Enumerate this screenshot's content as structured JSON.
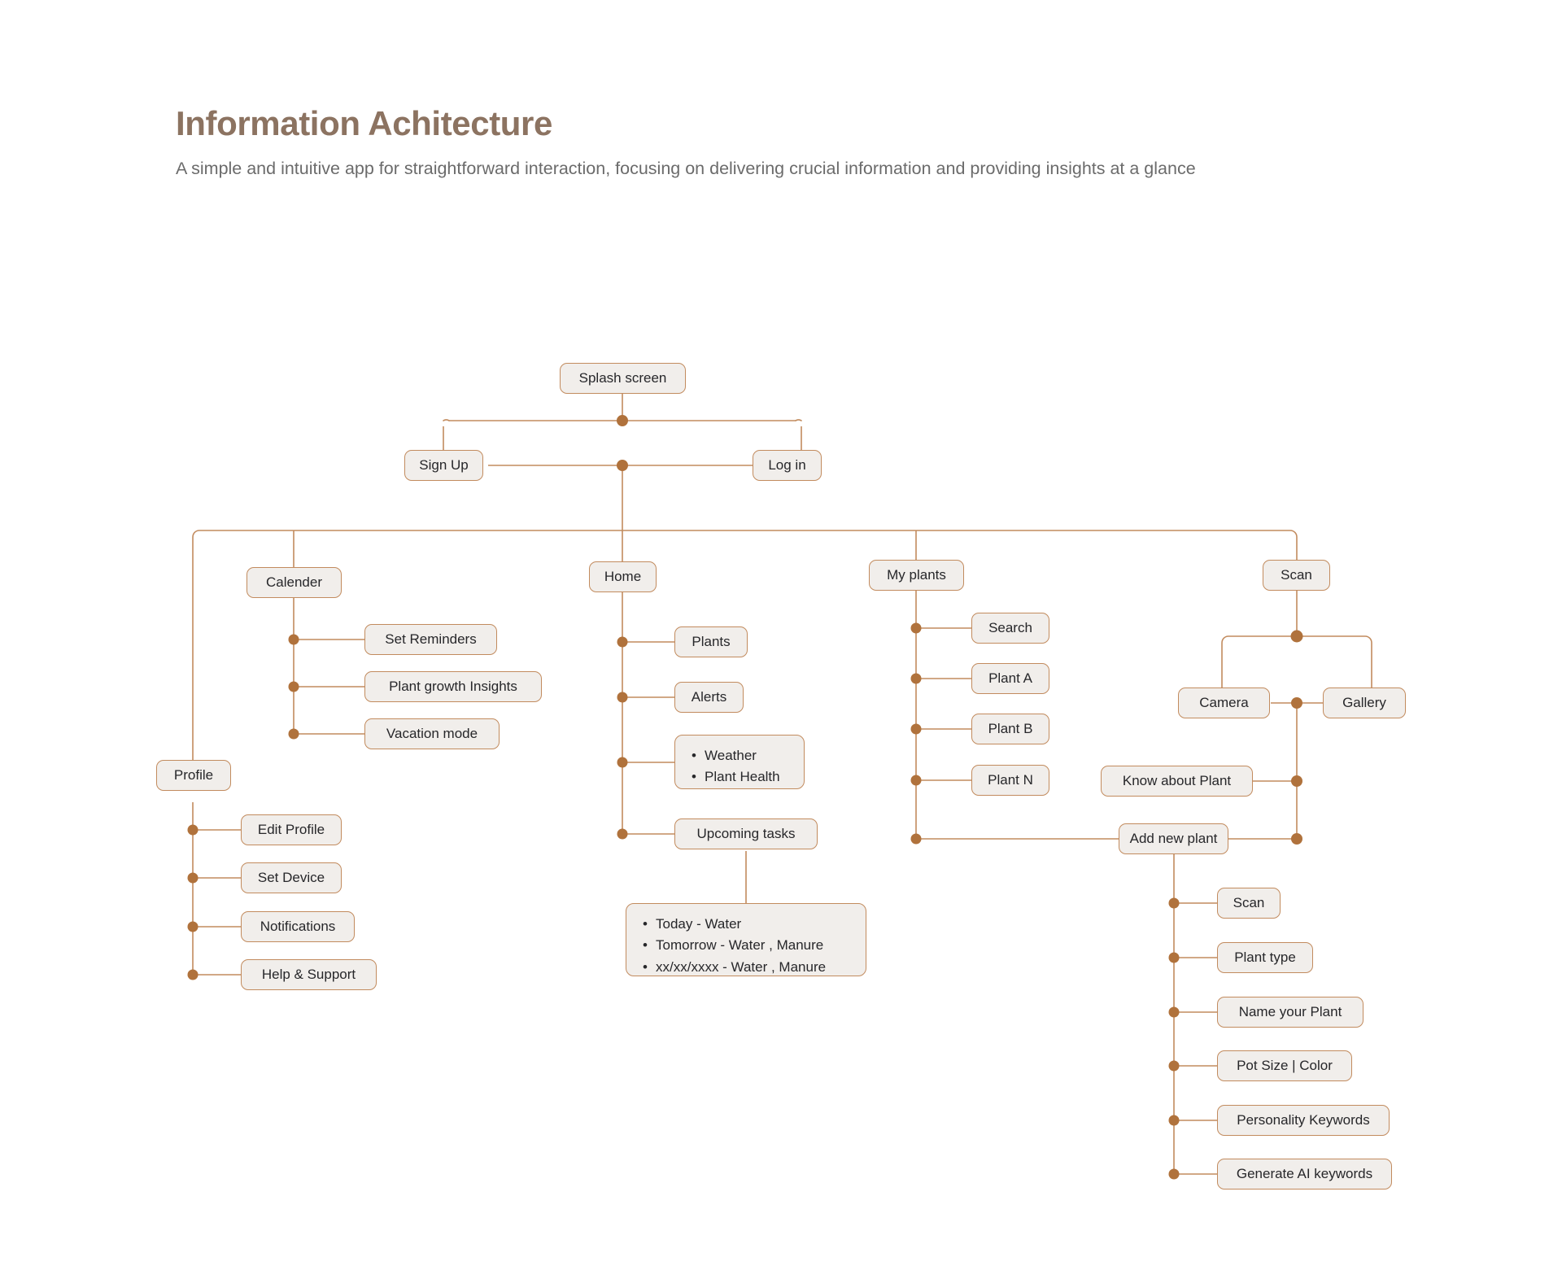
{
  "header": {
    "title": "Information Achitecture",
    "subtitle": "A simple and intuitive app for straightforward interaction, focusing on delivering crucial information and providing insights at a glance"
  },
  "colors": {
    "node_fill": "#F1EEEB",
    "node_border": "#C28B5E",
    "edge": "#C28B5E",
    "junction_dot": "#B0723C",
    "title": "#8C7361",
    "subtitle": "#6B6B6B",
    "node_text": "#27272A",
    "background": "#FFFFFF"
  },
  "nodes": {
    "splash_screen": "Splash screen",
    "sign_up": "Sign Up",
    "log_in": "Log in",
    "calender": "Calender",
    "home": "Home",
    "my_plants": "My plants",
    "scan_top": "Scan",
    "profile": "Profile",
    "set_reminders": "Set Reminders",
    "plant_growth_insights": "Plant growth Insights",
    "vacation_mode": "Vacation mode",
    "edit_profile": "Edit Profile",
    "set_device": "Set Device",
    "notifications": "Notifications",
    "help_support": "Help & Support",
    "plants": "Plants",
    "alerts": "Alerts",
    "upcoming_tasks": "Upcoming tasks",
    "search": "Search",
    "plant_a": "Plant A",
    "plant_b": "Plant B",
    "plant_n": "Plant N",
    "camera": "Camera",
    "gallery": "Gallery",
    "know_about_plant": "Know about Plant",
    "add_new_plant": "Add new plant",
    "scan_sub": "Scan",
    "plant_type": "Plant type",
    "name_your_plant": "Name your Plant",
    "pot_size_color": "Pot Size | Color",
    "personality_keywords": "Personality Keywords",
    "generate_ai_keywords": "Generate AI keywords"
  },
  "home_info_list": {
    "items": [
      "Weather",
      "Plant Health"
    ]
  },
  "upcoming_tasks_list": {
    "items": [
      "Today - Water",
      "Tomorrow - Water , Manure",
      "xx/xx/xxxx - Water , Manure"
    ]
  },
  "hierarchy": {
    "root": "Splash screen",
    "level_1": [
      "Sign Up",
      "Log in"
    ],
    "level_2": [
      "Calender",
      "Home",
      "My plants",
      "Scan",
      "Profile"
    ],
    "calender_children": [
      "Set Reminders",
      "Plant growth Insights",
      "Vacation mode"
    ],
    "profile_children": [
      "Edit Profile",
      "Set Device",
      "Notifications",
      "Help & Support"
    ],
    "home_children": [
      "Plants",
      "Alerts",
      "Weather / Plant Health",
      "Upcoming tasks"
    ],
    "my_plants_children": [
      "Search",
      "Plant A",
      "Plant B",
      "Plant N",
      "Add new plant"
    ],
    "scan_children": [
      "Camera",
      "Gallery",
      "Know about Plant",
      "Add new plant"
    ],
    "add_new_plant_children": [
      "Scan",
      "Plant type",
      "Name your Plant",
      "Pot Size | Color",
      "Personality Keywords",
      "Generate AI keywords"
    ]
  }
}
